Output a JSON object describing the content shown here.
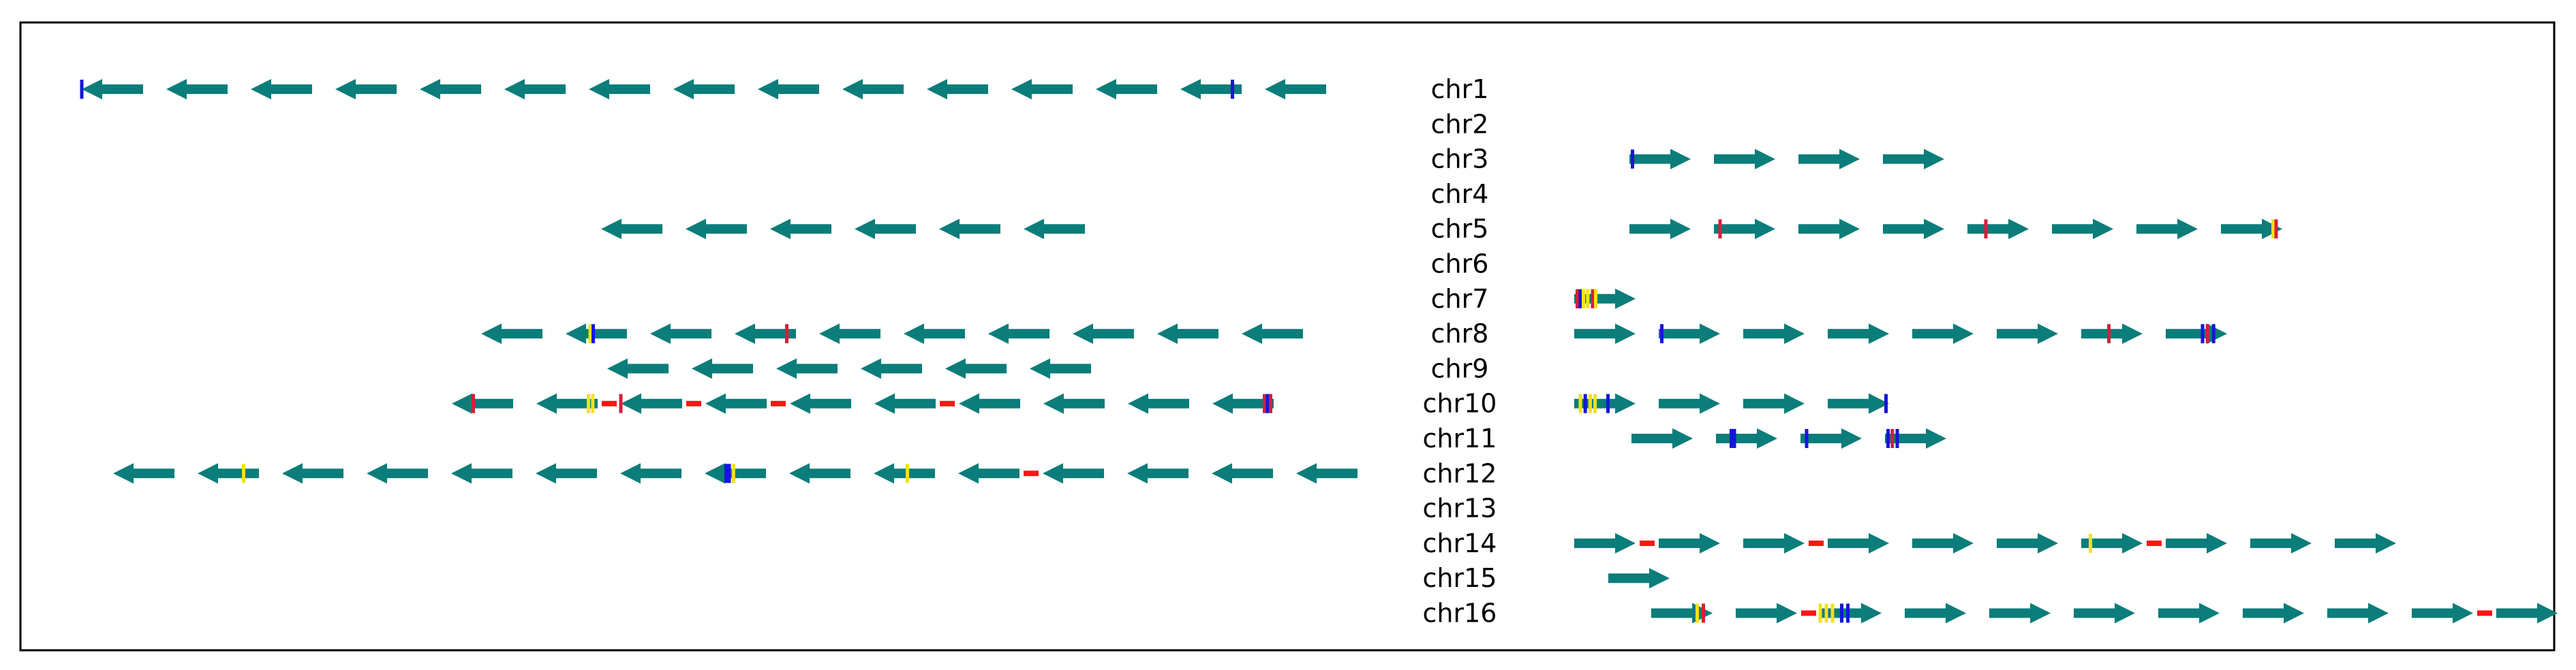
{
  "chart_data": {
    "type": "diagram",
    "colors": {
      "arrow": "#0b7d7a",
      "gap": "#ff1414",
      "mark_blue": "#1515d9",
      "mark_yellow": "#f2e21a",
      "mark_red": "#d61e3c",
      "frame": "#000000"
    },
    "rows": [
      {
        "label": "chr1",
        "left": {
          "start": 46,
          "arrows": 15,
          "gaps": [],
          "marks": [
            {
              "i": 0,
              "f": 0.0,
              "c": "blue"
            },
            {
              "i": 13,
              "f": 0.85,
              "c": "blue"
            }
          ]
        },
        "right": null
      },
      {
        "label": "chr2",
        "left": null,
        "right": null
      },
      {
        "label": "chr3",
        "left": null,
        "right": {
          "start": 1,
          "arrows": 4,
          "gaps": [],
          "marks": [
            {
              "i": 0,
              "f": 0.05,
              "c": "blue"
            }
          ]
        }
      },
      {
        "label": "chr4",
        "left": null,
        "right": null
      },
      {
        "label": "chr5",
        "left": {
          "start": 400,
          "arrows": 6,
          "gaps": [],
          "marks": []
        },
        "right": {
          "start": 1,
          "arrows": 8,
          "gaps": [],
          "marks": [
            {
              "i": 1,
              "f": 0.1,
              "c": "red"
            },
            {
              "i": 4,
              "f": 0.3,
              "c": "red"
            },
            {
              "i": 7,
              "f": 0.85,
              "c": "yellow"
            },
            {
              "i": 7,
              "f": 0.9,
              "c": "red"
            }
          ]
        }
      },
      {
        "label": "chr6",
        "left": null,
        "right": null
      },
      {
        "label": "chr7",
        "left": null,
        "right": {
          "start": -80,
          "arrows": 1,
          "gaps": [],
          "marks": [
            {
              "i": 0,
              "f": 0.05,
              "c": "red"
            },
            {
              "i": 0,
              "f": 0.1,
              "c": "blue"
            },
            {
              "i": 0,
              "f": 0.15,
              "c": "yellow"
            },
            {
              "i": 0,
              "f": 0.22,
              "c": "yellow"
            },
            {
              "i": 0,
              "f": 0.3,
              "c": "red"
            },
            {
              "i": 0,
              "f": 0.35,
              "c": "yellow"
            }
          ]
        }
      },
      {
        "label": "chr8",
        "left": {
          "start": 80,
          "arrows": 10,
          "gaps": [],
          "marks": [
            {
              "i": 1,
              "f": 0.4,
              "c": "yellow"
            },
            {
              "i": 1,
              "f": 0.45,
              "c": "blue"
            },
            {
              "i": 3,
              "f": 0.85,
              "c": "red"
            }
          ]
        },
        "right": {
          "start": -80,
          "arrows": 8,
          "gaps": [],
          "marks": [
            {
              "i": 1,
              "f": 0.05,
              "c": "blue"
            },
            {
              "i": 6,
              "f": 0.45,
              "c": "red"
            },
            {
              "i": 7,
              "f": 0.6,
              "c": "blue"
            },
            {
              "i": 7,
              "f": 0.68,
              "c": "red"
            },
            {
              "i": 7,
              "f": 0.78,
              "c": "blue"
            }
          ]
        }
      },
      {
        "label": "chr9",
        "left": {
          "start": 391,
          "arrows": 6,
          "gaps": [],
          "marks": []
        },
        "right": null
      },
      {
        "label": "chr10",
        "left": {
          "start": 123,
          "arrows": 10,
          "gaps": [
            2,
            3,
            4,
            6
          ],
          "marks": [
            {
              "i": 0,
              "f": 0.35,
              "c": "red"
            },
            {
              "i": 1,
              "f": 0.85,
              "c": "yellow"
            },
            {
              "i": 1,
              "f": 0.92,
              "c": "yellow"
            },
            {
              "i": 2,
              "f": 0.0,
              "c": "red"
            },
            {
              "i": 9,
              "f": 0.85,
              "c": "red"
            },
            {
              "i": 9,
              "f": 0.9,
              "c": "blue"
            },
            {
              "i": 9,
              "f": 0.95,
              "c": "red"
            }
          ]
        },
        "right": {
          "start": -80,
          "arrows": 4,
          "gaps": [],
          "marks": [
            {
              "i": 0,
              "f": 0.1,
              "c": "yellow"
            },
            {
              "i": 0,
              "f": 0.18,
              "c": "blue"
            },
            {
              "i": 0,
              "f": 0.26,
              "c": "yellow"
            },
            {
              "i": 0,
              "f": 0.34,
              "c": "yellow"
            },
            {
              "i": 0,
              "f": 0.55,
              "c": "blue"
            },
            {
              "i": 3,
              "f": 0.95,
              "c": "blue"
            }
          ]
        }
      },
      {
        "label": "chr11",
        "left": null,
        "right": {
          "start": 4,
          "arrows": 4,
          "gaps": [],
          "marks": [
            {
              "i": 1,
              "f": 0.25,
              "c": "blue"
            },
            {
              "i": 1,
              "f": 0.3,
              "c": "blue"
            },
            {
              "i": 2,
              "f": 0.1,
              "c": "blue"
            },
            {
              "i": 3,
              "f": 0.05,
              "c": "blue"
            },
            {
              "i": 3,
              "f": 0.12,
              "c": "red"
            },
            {
              "i": 3,
              "f": 0.2,
              "c": "blue"
            }
          ]
        }
      },
      {
        "label": "chr12",
        "left": {
          "start": 0,
          "arrows": 15,
          "gaps": [
            11
          ],
          "marks": [
            {
              "i": 1,
              "f": 0.75,
              "c": "yellow"
            },
            {
              "i": 7,
              "f": 0.35,
              "c": "blue"
            },
            {
              "i": 7,
              "f": 0.4,
              "c": "blue"
            },
            {
              "i": 7,
              "f": 0.47,
              "c": "yellow"
            },
            {
              "i": 9,
              "f": 0.55,
              "c": "yellow"
            }
          ]
        },
        "right": null
      },
      {
        "label": "chr13",
        "left": null,
        "right": null
      },
      {
        "label": "chr14",
        "left": null,
        "right": {
          "start": -80,
          "arrows": 10,
          "gaps": [
            1,
            3,
            7
          ],
          "marks": [
            {
              "i": 6,
              "f": 0.15,
              "c": "yellow"
            }
          ]
        }
      },
      {
        "label": "chr15",
        "left": null,
        "right": {
          "start": -30,
          "arrows": 1,
          "gaps": [],
          "marks": []
        }
      },
      {
        "label": "chr16",
        "left": null,
        "right": {
          "start": 33,
          "arrows": 11,
          "gaps": [
            2,
            10
          ],
          "marks": [
            {
              "i": 0,
              "f": 0.75,
              "c": "yellow"
            },
            {
              "i": 0,
              "f": 0.85,
              "c": "red"
            },
            {
              "i": 2,
              "f": 0.0,
              "c": "yellow"
            },
            {
              "i": 2,
              "f": 0.1,
              "c": "yellow"
            },
            {
              "i": 2,
              "f": 0.2,
              "c": "yellow"
            },
            {
              "i": 2,
              "f": 0.35,
              "c": "blue"
            },
            {
              "i": 2,
              "f": 0.45,
              "c": "blue"
            }
          ]
        }
      }
    ]
  }
}
